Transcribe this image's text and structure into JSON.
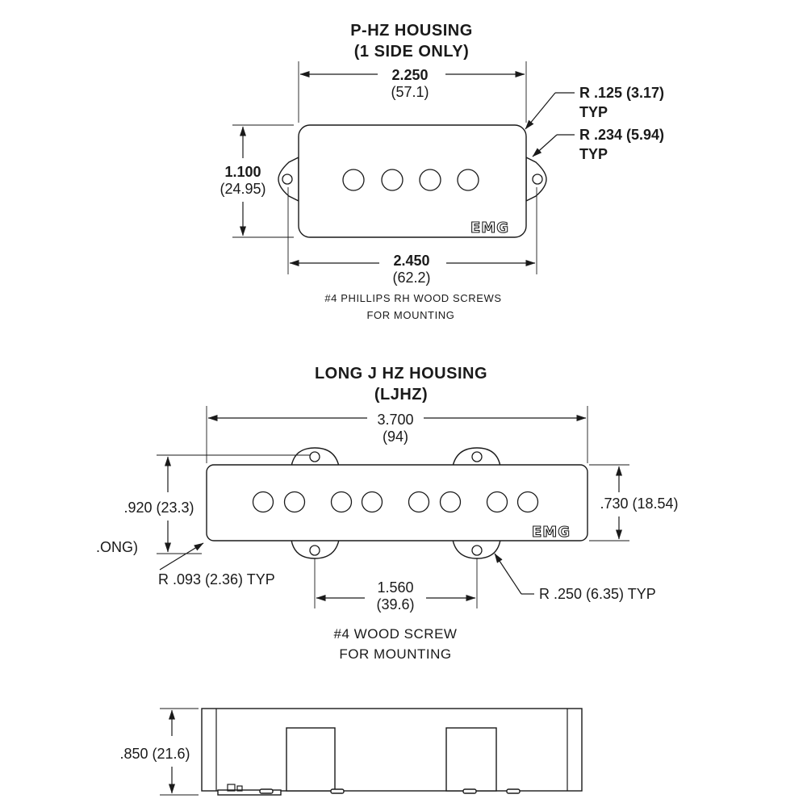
{
  "phz": {
    "title_line1": "P-HZ HOUSING",
    "title_line2": "(1 SIDE ONLY)",
    "width_in": "2.250",
    "width_mm": "(57.1)",
    "height_in": "1.100",
    "height_mm": "(24.95)",
    "overall_in": "2.450",
    "overall_mm": "(62.2)",
    "corner_radius": "R .125 (3.17)",
    "corner_typ": "TYP",
    "ear_radius": "R .234 (5.94)",
    "ear_typ": "TYP",
    "note_line1": "#4 PHILLIPS RH WOOD SCREWS",
    "note_line2": "FOR MOUNTING",
    "logo": "EMG"
  },
  "ljhz": {
    "title_line1": "LONG J HZ HOUSING",
    "title_line2": "(LJHZ)",
    "width_in": "3.700",
    "width_mm": "(94)",
    "height_outer": ".920 (23.3)",
    "height_body": ".730 (18.54)",
    "cut_label": ".ONG)",
    "corner_radius": "R .093 (2.36) TYP",
    "ear_radius": "R .250 (6.35) TYP",
    "spacing_in": "1.560",
    "spacing_mm": "(39.6)",
    "note_line1": "#4 WOOD SCREW",
    "note_line2": "FOR MOUNTING",
    "logo": "EMG"
  },
  "side": {
    "depth": ".850 (21.6)"
  }
}
